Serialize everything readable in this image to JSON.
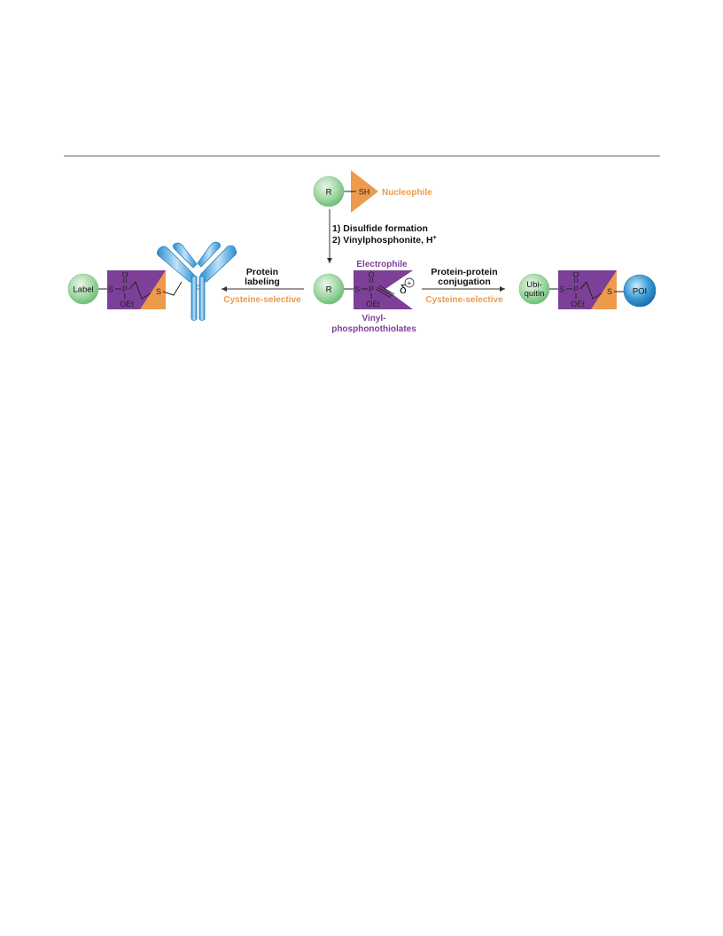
{
  "colors": {
    "purple": "#7E3F98",
    "orange": "#EE9A4D",
    "green_circle": "#A5D9A8",
    "blue_circle": "#3B9BD6",
    "antibody": "#4AA3DF",
    "rule": "#666666"
  },
  "top": {
    "r_label": "R",
    "sh_label": "SH",
    "nucleophile_label": "Nucleophile"
  },
  "step": {
    "line1": "1) Disulfide formation",
    "line2": "2) Vinylphosphonite, H",
    "line2_sup": "+"
  },
  "center": {
    "r_label": "R",
    "s_label": "S",
    "p_label": "P",
    "o_label": "O",
    "oet_label": "OEt",
    "electrophile_label": "Electrophile",
    "delta_label": "δ",
    "delta_charge": "+",
    "product_line1": "Vinyl-",
    "product_line2": "phosphonothiolates"
  },
  "left_arrow": {
    "line1": "Protein",
    "line2": "labeling",
    "selectivity": "Cysteine-selective"
  },
  "right_arrow": {
    "line1": "Protein-protein",
    "line2": "conjugation",
    "selectivity": "Cysteine-selective"
  },
  "left_product": {
    "circle_label": "Label",
    "s_label": "S",
    "p_label": "P",
    "o_label": "O",
    "oet_label": "OEt",
    "s2_label": "S"
  },
  "right_product": {
    "circle_line1": "Ubi-",
    "circle_line2": "quitin",
    "s_label": "S",
    "p_label": "P",
    "o_label": "O",
    "oet_label": "OEt",
    "s2_label": "S",
    "poi_label": "POI"
  }
}
